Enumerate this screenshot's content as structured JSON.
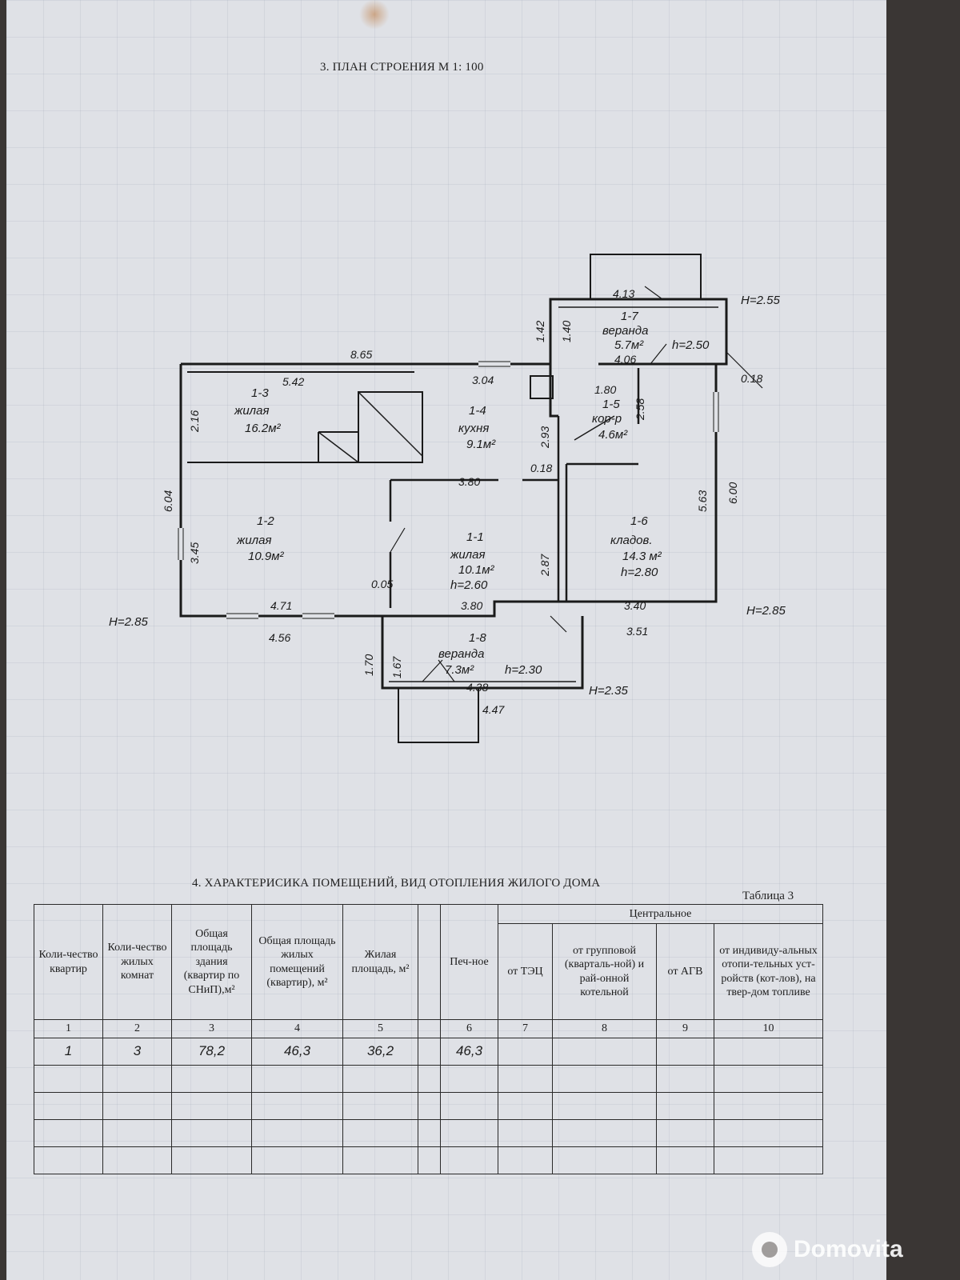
{
  "page": {
    "plan_title": "3. ПЛАН СТРОЕНИЯ М 1: 100",
    "table_section_title": "4. ХАРАКТЕРИСИКА ПОМЕЩЕНИЙ, ВИД ОТОПЛЕНИЯ ЖИЛОГО ДОМА",
    "table_number": "Таблица 3"
  },
  "plan": {
    "rooms": [
      {
        "id": "1-3",
        "name": "жилая",
        "area": "16.2м²",
        "height": ""
      },
      {
        "id": "1-4",
        "name": "кухня",
        "area": "9.1м²",
        "height": ""
      },
      {
        "id": "1-5",
        "name": "кор-р",
        "area": "4.6м²",
        "height": ""
      },
      {
        "id": "1-7",
        "name": "веранда",
        "area": "5.7м²",
        "height": "h=2.50"
      },
      {
        "id": "1-2",
        "name": "жилая",
        "area": "10.9м²",
        "height": ""
      },
      {
        "id": "1-1",
        "name": "жилая",
        "area": "10.1м²",
        "height": "h=2.60"
      },
      {
        "id": "1-6",
        "name": "кладов.",
        "area": "14.3 м²",
        "height": "h=2.80"
      },
      {
        "id": "1-8",
        "name": "веранда",
        "area": "7.3м²",
        "height": "h=2.30"
      }
    ],
    "dimensions": [
      "8.65",
      "5.42",
      "3.04",
      "2.16",
      "6.04",
      "3.45",
      "4.71",
      "4.56",
      "3.80",
      "2.93",
      "0.18",
      "2.87",
      "0.05",
      "3.80",
      "3.40",
      "3.51",
      "5.63",
      "6.00",
      "1.80",
      "2.58",
      "4.13",
      "1.42",
      "1.40",
      "4.06",
      "0.18",
      "1.70",
      "1.67",
      "4.38",
      "4.47"
    ],
    "heights": [
      "H=2.55",
      "H=2.85",
      "H=2.85",
      "H=2.35"
    ]
  },
  "table": {
    "central_header": "Центральное",
    "headers": [
      "Коли-чество квартир",
      "Коли-чество жилых комнат",
      "Общая площадь здания (квартир по СНиП),м²",
      "Общая площадь жилых помещений (квартир), м²",
      "Жилая площадь, м²",
      "",
      "Печ-ное",
      "от ТЭЦ",
      "от групповой (кварталь-ной) и рай-онной котельной",
      "от АГВ",
      "от индивиду-альных отопи-тельных уст-ройств (кот-лов), на твер-дом топливе"
    ],
    "column_numbers": [
      "1",
      "2",
      "3",
      "4",
      "5",
      "",
      "6",
      "7",
      "8",
      "9",
      "10"
    ],
    "rows": [
      [
        "1",
        "3",
        "78,2",
        "46,3",
        "36,2",
        "",
        "46,3",
        "",
        "",
        "",
        ""
      ],
      [
        "",
        "",
        "",
        "",
        "",
        "",
        "",
        "",
        "",
        "",
        ""
      ],
      [
        "",
        "",
        "",
        "",
        "",
        "",
        "",
        "",
        "",
        "",
        ""
      ],
      [
        "",
        "",
        "",
        "",
        "",
        "",
        "",
        "",
        "",
        "",
        ""
      ],
      [
        "",
        "",
        "",
        "",
        "",
        "",
        "",
        "",
        "",
        "",
        ""
      ]
    ]
  },
  "watermark": {
    "text": "Domovita",
    "icon": "domovita-logo-icon"
  }
}
